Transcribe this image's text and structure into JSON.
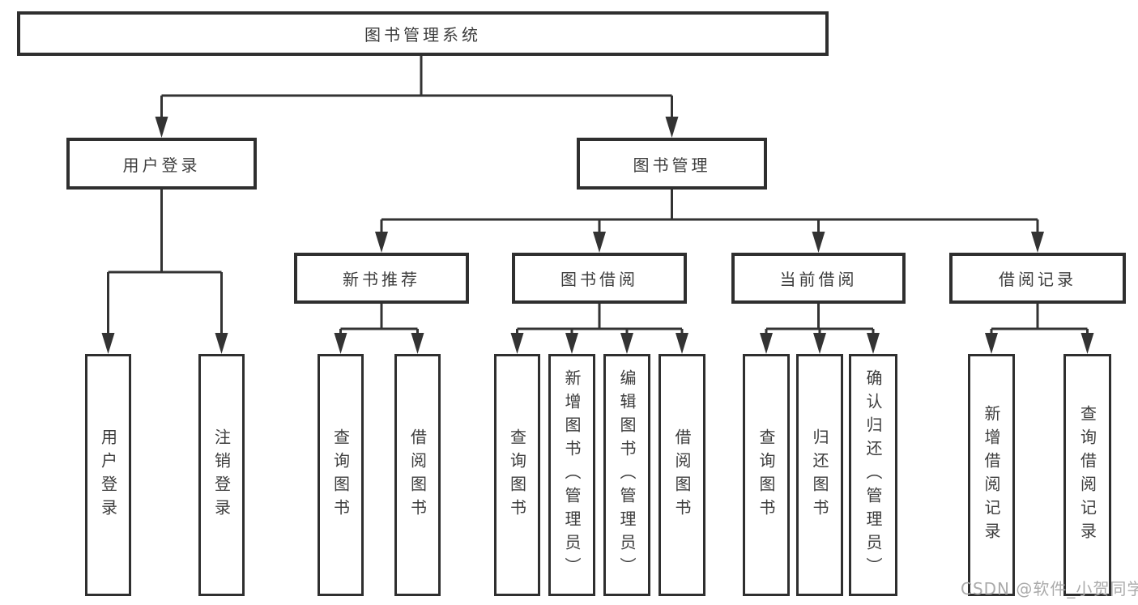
{
  "nodes": {
    "root": "图书管理系统",
    "l2": [
      {
        "label": "用户登录"
      },
      {
        "label": "图书管理"
      }
    ],
    "l3": [
      {
        "label": "新书推荐"
      },
      {
        "label": "图书借阅"
      },
      {
        "label": "当前借阅"
      },
      {
        "label": "借阅记录"
      }
    ],
    "leaves": [
      {
        "label": "用户登录"
      },
      {
        "label": "注销登录"
      },
      {
        "label": "查询图书"
      },
      {
        "label": "借阅图书"
      },
      {
        "label": "查询图书"
      },
      {
        "label": "新增图书（管理员）"
      },
      {
        "label": "编辑图书（管理员）"
      },
      {
        "label": "借阅图书"
      },
      {
        "label": "查询图书"
      },
      {
        "label": "归还图书"
      },
      {
        "label": "确认归还（管理员）"
      },
      {
        "label": "新增借阅记录"
      },
      {
        "label": "查询借阅记录"
      }
    ]
  },
  "watermark": "CSDN @软件_小贺同学",
  "colors": {
    "line": "#333333",
    "border": "#2f2f2f",
    "text": "#3d3d3d",
    "watermark": "#ababab",
    "background": "#ffffff"
  }
}
